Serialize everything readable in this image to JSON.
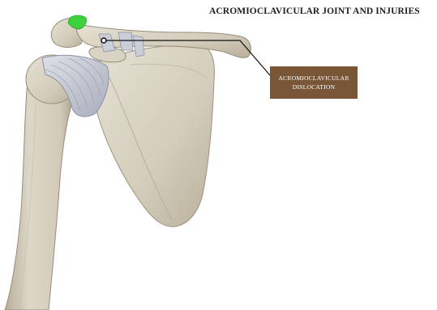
{
  "title": "ACROMIOCLAVICULAR JOINT AND INJURIES",
  "callout": {
    "line1": "ACROMIOCLAVICULAR",
    "line2": "DISLOCATION"
  },
  "colors": {
    "callout_bg": "#7a5639",
    "bone": "#d7d1c2",
    "bone_shadow": "#b5ab97",
    "ligament": "#c9ccd6",
    "joint_highlight": "#3bd23d",
    "leader_line": "#111111"
  }
}
